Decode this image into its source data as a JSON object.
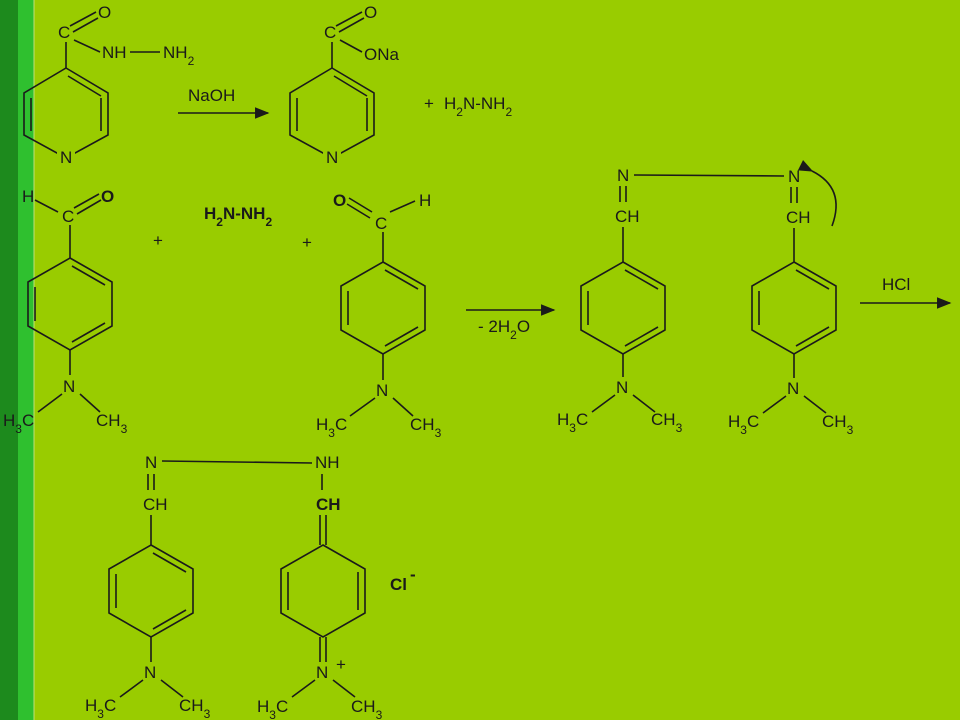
{
  "colors": {
    "background": "#99cc00",
    "sidebar_dark": "#1d8a1d",
    "sidebar_light": "#2fc02f",
    "ink": "#1a1a1a"
  },
  "reaction1": {
    "reagent": "NaOH",
    "byproduct_plus": "+",
    "byproduct": "H2N-NH2",
    "hydrazide": {
      "carbonyl_c": "C",
      "carbonyl_o": "O",
      "nh": "NH",
      "nh2": "NH2",
      "ring_n": "N"
    },
    "salt": {
      "carbonyl_c": "C",
      "carbonyl_o": "O",
      "ona": "ONa",
      "ring_n": "N"
    }
  },
  "reaction2": {
    "aldehyde_left": {
      "h": "H",
      "o": "O",
      "c": "C",
      "n": "N",
      "me_left": "H3C",
      "me_right": "CH3"
    },
    "plus1": "+",
    "hydrazine": "H2N-NH2",
    "plus2": "+",
    "aldehyde_right": {
      "o": "O",
      "h": "H",
      "c": "C",
      "n": "N",
      "me_left": "H3C",
      "me_right": "CH3"
    },
    "condition": "- 2H2O",
    "azine": {
      "n_left": "N",
      "ch_left": "CH",
      "n_right": "N",
      "ch_right": "CH",
      "amine_left": {
        "n": "N",
        "me_left": "H3C",
        "me_right": "CH3"
      },
      "amine_right": {
        "n": "N",
        "me_left": "H3C",
        "me_right": "CH3"
      }
    },
    "reagent2": "HCl"
  },
  "product": {
    "n": "N",
    "ch_left": "CH",
    "nh": "NH",
    "ch_right": "CH",
    "amine": {
      "n": "N",
      "me_left": "H3C",
      "me_right": "CH3"
    },
    "iminium": {
      "n": "N",
      "charge": "+",
      "me_left": "H3C",
      "me_right": "CH3"
    },
    "counterion": "Cl",
    "counterion_charge": "-"
  }
}
